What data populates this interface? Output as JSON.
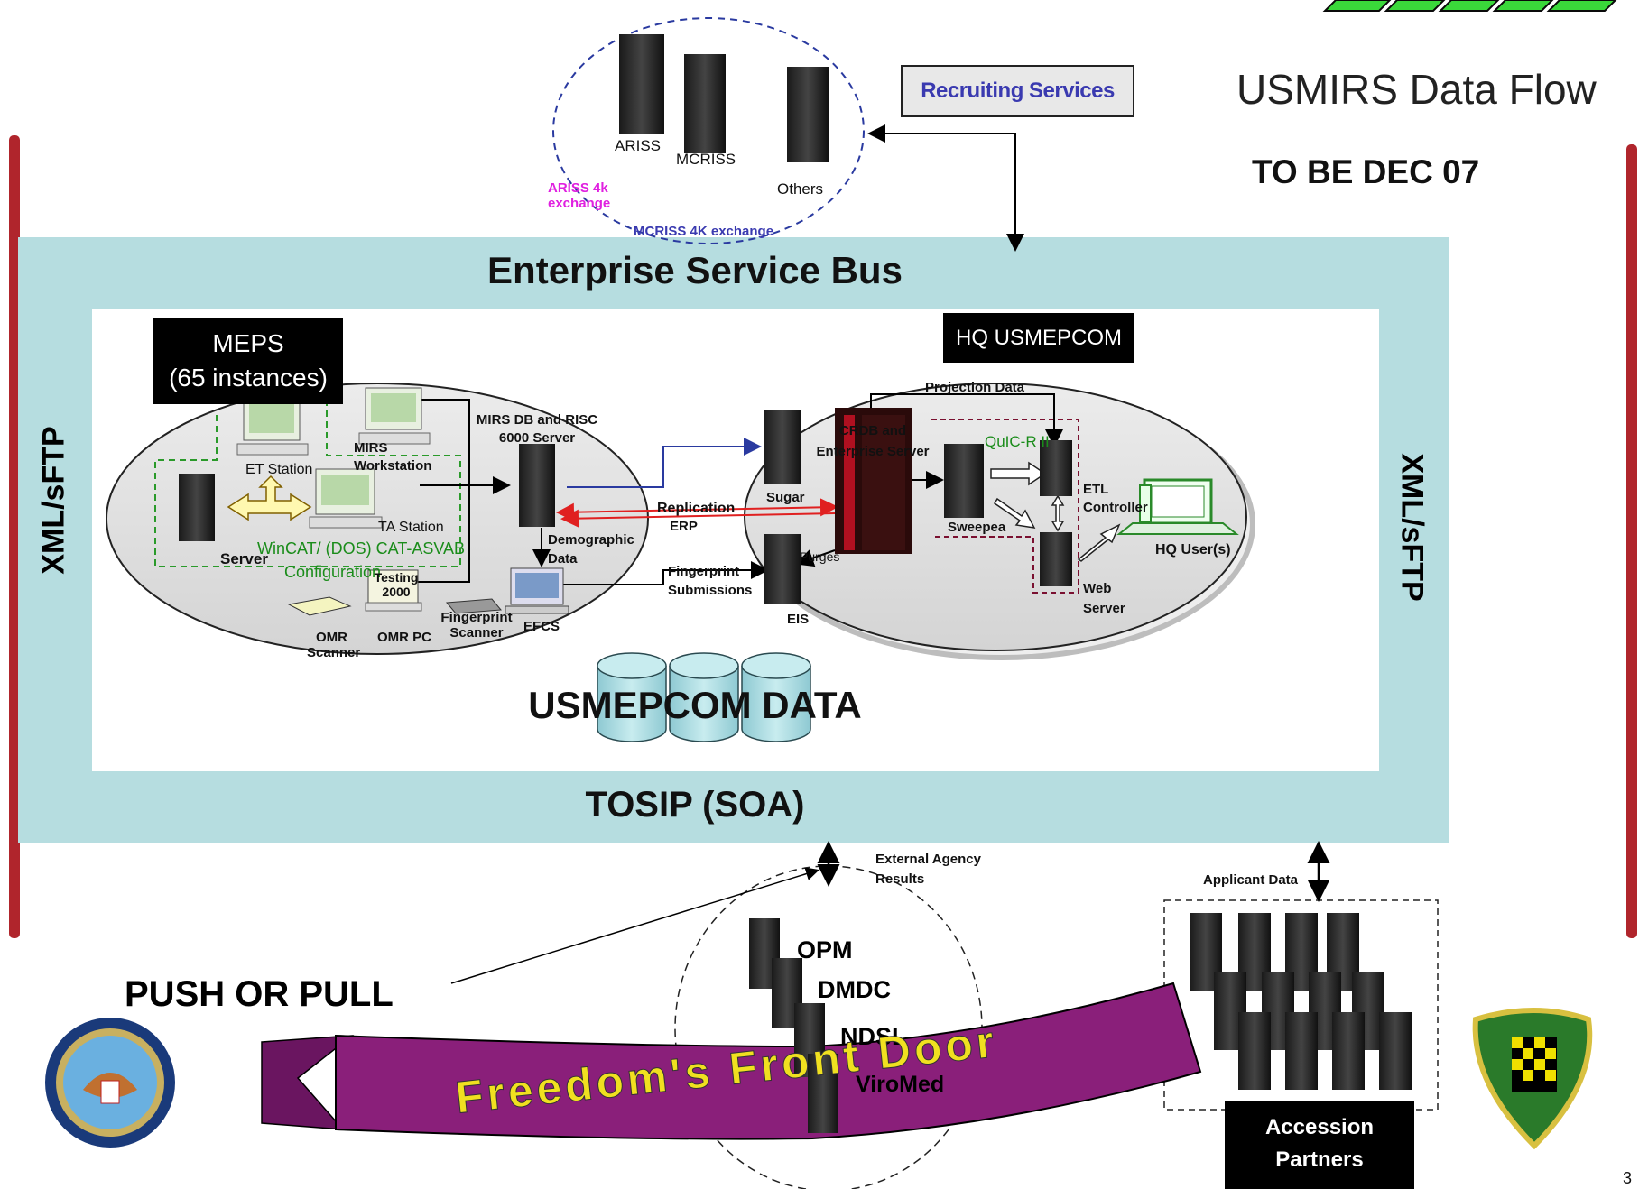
{
  "slide": {
    "title": "USMIRS Data Flow",
    "subtitle": "TO BE DEC 07",
    "page_number": "3"
  },
  "side_labels": {
    "left": "XML/sFTP",
    "right": "XML/sFTP"
  },
  "top_cluster": {
    "servers": [
      "ARISS",
      "MCRISS",
      "Others"
    ],
    "ariss_exchange": "ARISS 4k exchange",
    "mcriss_exchange": "MCRISS 4K exchange",
    "recruiting_services": "Recruiting Services"
  },
  "esb": {
    "title": "Enterprise Service Bus",
    "footer": "TOSIP (SOA)",
    "data_label": "USMEPCOM DATA"
  },
  "meps": {
    "title_line1": "MEPS",
    "title_line2": "(65 instances)",
    "et_station": "ET Station",
    "mirs_workstation": "MIRS Workstation",
    "ta_station": "TA Station",
    "server": "Server",
    "wincat": "WinCAT/ (DOS) CAT-ASVAB",
    "configuration": "Configuration",
    "testing": "Testing 2000",
    "omr_scanner": "OMR Scanner",
    "omr_pc": "OMR PC",
    "fingerprint_scanner": "Fingerprint Scanner",
    "efcs": "EFCS",
    "mirs_db": "MIRS DB and RISC 6000 Server",
    "demographic": "Demographic Data"
  },
  "hq": {
    "title": "HQ USMEPCOM",
    "projection": "Projection Data",
    "crdb": "CRDB and Enterprise Server",
    "quicr": "QuIC-R II",
    "sugar": "Sugar",
    "sweepea": "Sweepea",
    "etl": "ETL Controller",
    "hq_users": "HQ User(s)",
    "replication": "Replication",
    "erp": "ERP",
    "purges": "Purges",
    "fingerprint_sub": "Fingerprint Submissions",
    "eis": "EIS",
    "web_server": "Web Server"
  },
  "bottom": {
    "external_results": "External Agency Results",
    "agencies": [
      "OPM",
      "DMDC",
      "NDSL",
      "ViroMed"
    ],
    "applicant_data": "Applicant Data",
    "accession_partners": "Accession Partners",
    "push_pull": "PUSH OR PULL",
    "banner": "Freedom's Front Door"
  },
  "colors": {
    "esb_bg": "#b6dde0",
    "side_bar": "#b0252c",
    "banner": "#8a1f7a",
    "banner_text": "#f0e020",
    "green_text": "#1a8c1a",
    "exchange_magenta": "#e020e0",
    "exchange_blue": "#3a3ab0"
  }
}
